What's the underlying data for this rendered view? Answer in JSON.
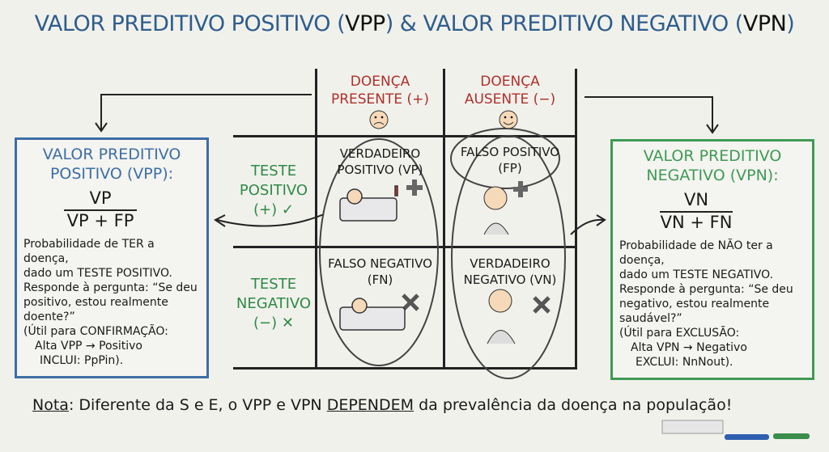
{
  "title": {
    "part1": "VALOR PREDITIVO POSITIVO (",
    "vpp": "VPP",
    "part2": ") & VALOR PREDITIVO NEGATIVO (",
    "vpn": "VPN",
    "part3": ")"
  },
  "grid": {
    "col_headers": [
      {
        "line1": "DOENÇA",
        "line2": "PRESENTE (+)",
        "icon": "sad-face"
      },
      {
        "line1": "DOENÇA",
        "line2": "AUSENTE (−)",
        "icon": "happy-face"
      }
    ],
    "row_headers": [
      {
        "line1": "TESTE",
        "line2": "POSITIVO",
        "line3": "(+) ✓"
      },
      {
        "line1": "TESTE",
        "line2": "NEGATIVO",
        "line3": "(−) ✕"
      }
    ],
    "cells": [
      {
        "line1": "VERDADEIRO",
        "line2": "POSITIVO (VP)"
      },
      {
        "line1": "FALSO POSITIVO",
        "line2": "(FP)"
      },
      {
        "line1": "FALSO NEGATIVO",
        "line2": "(FN)"
      },
      {
        "line1": "VERDADEIRO",
        "line2": "NEGATIVO (VN)"
      }
    ]
  },
  "vpp_box": {
    "title1": "VALOR PREDITIVO",
    "title2": "POSITIVO (VPP):",
    "numerator": "VP",
    "denominator": "VP + FP",
    "lines": [
      "Probabilidade de TER a doença,",
      "dado um TESTE POSITIVO.",
      "Responde à pergunta: “Se deu",
      "positivo, estou realmente",
      "doente?”",
      "(Útil para CONFIRMAÇÃO:",
      "Alta VPP → Positivo",
      "INCLUI: PpPin)."
    ],
    "color": "#3d6ea5"
  },
  "vpn_box": {
    "title1": "VALOR PREDITIVO",
    "title2": "NEGATIVO (VPN):",
    "numerator": "VN",
    "denominator": "VN + FN",
    "lines": [
      "Probabilidade de NÃO ter a doença,",
      "dado um TESTE NEGATIVO.",
      "Responde à pergunta: “Se deu",
      "negativo, estou realmente",
      "saudável?”",
      "(Útil para EXCLUSÃO:",
      "Alta VPN → Negativo",
      "EXCLUI: NnNout)."
    ],
    "color": "#3f9a55"
  },
  "note": {
    "label": "Nota",
    "sep": ": Diferente da S e E, o VPP e VPN ",
    "emph": "DEPENDEM",
    "rest": " da prevalência da doença na população!"
  }
}
